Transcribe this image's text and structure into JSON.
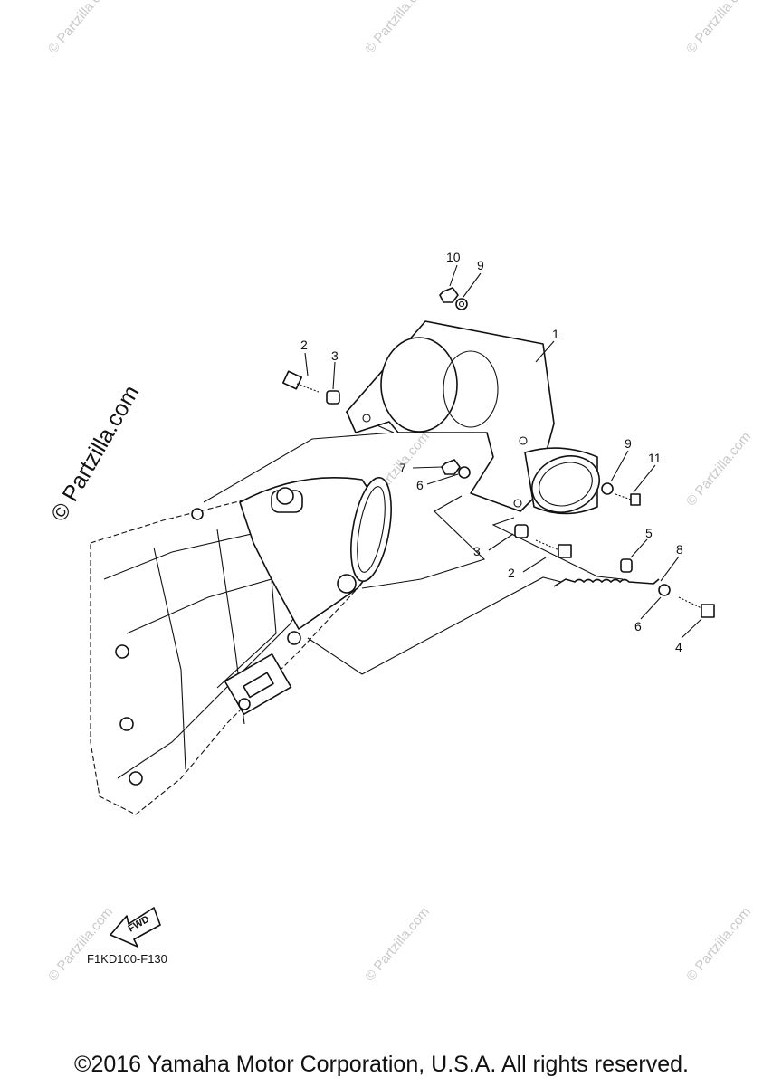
{
  "watermarks": {
    "side_text": "© Partzilla.com",
    "faint_text": "© Partzilla.com"
  },
  "fwd_arrow_label": "FWD",
  "diagram_code": "F1KD100-F130",
  "copyright": "©2016 Yamaha Motor Corporation, U.S.A. All rights reserved.",
  "callouts": [
    "10",
    "9",
    "1",
    "2",
    "3",
    "9",
    "11",
    "7",
    "6",
    "5",
    "8",
    "3",
    "2",
    "6",
    "4"
  ],
  "colors": {
    "line": "#111111",
    "watermark": "#c9c9c9",
    "background": "#ffffff"
  }
}
